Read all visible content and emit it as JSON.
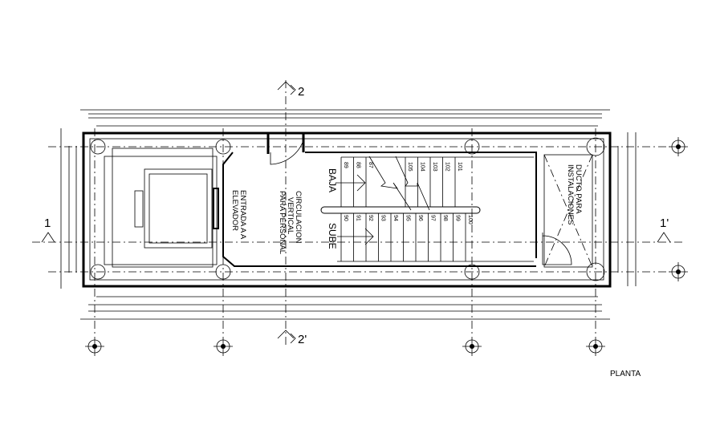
{
  "drawing": {
    "sheet_label": "PLANTA",
    "section_marks": {
      "top": "2",
      "bottom": "2'",
      "left": "1",
      "right": "1'"
    },
    "rooms": {
      "elevator_entry": [
        "ENTRADA A A",
        "ELEVADOR"
      ],
      "circulation": [
        "CIRCULACION",
        "VERTICAL",
        "PARA PERSONAL"
      ],
      "duct": [
        "DUCTO PARA",
        "INSTALACIONES"
      ]
    },
    "stair": {
      "down_label": "BAJA",
      "up_label": "SUBE",
      "upper_flight_a": [
        "89",
        "88",
        "87"
      ],
      "upper_flight_b": [
        "105",
        "104",
        "103",
        "102",
        "101"
      ],
      "lower_flight": [
        "90",
        "91",
        "92",
        "93",
        "94",
        "95",
        "96",
        "97",
        "98",
        "99",
        "100"
      ]
    }
  }
}
